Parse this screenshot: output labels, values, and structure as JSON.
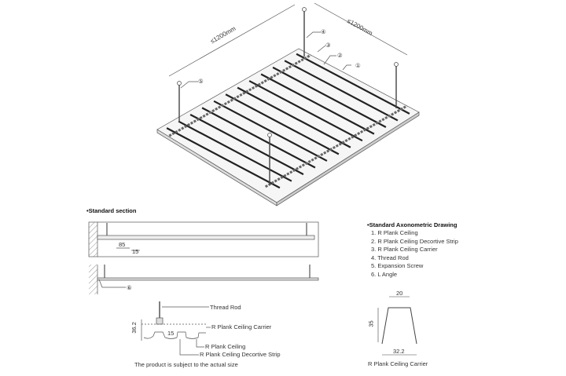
{
  "axonometric": {
    "dimension_left": "≤1200mm",
    "dimension_right": "≤1200mm",
    "callouts": [
      "①",
      "②",
      "③",
      "④",
      "⑤"
    ],
    "plank_count": 12
  },
  "section": {
    "title": "•Standard section",
    "dim_pitch": "85",
    "dim_gap": "15",
    "callout_6": "⑥",
    "detail": {
      "thread_rod": "Thread Rod",
      "carrier": "R Plank Ceiling Carrier",
      "ceiling": "R Plank Ceiling",
      "strip": "R Plank Ceiling Decortive Strip",
      "dim_height": "36.2",
      "dim_depth": "15"
    },
    "note": "The product is subject to the actual size"
  },
  "legend": {
    "title": "•Standard Axonometric Drawing",
    "items": [
      "1. R Plank Ceiling",
      "2. R Plank Ceiling Decortive Strip",
      "3. R Plank Ceiling Carrier",
      "4. Thread Rod",
      "5. Expansion Screw",
      "6. L Angle"
    ]
  },
  "carrier_profile": {
    "top_width": "20",
    "height": "35",
    "bottom_width": "32.2",
    "caption": "R Plank Ceiling Carrier"
  }
}
